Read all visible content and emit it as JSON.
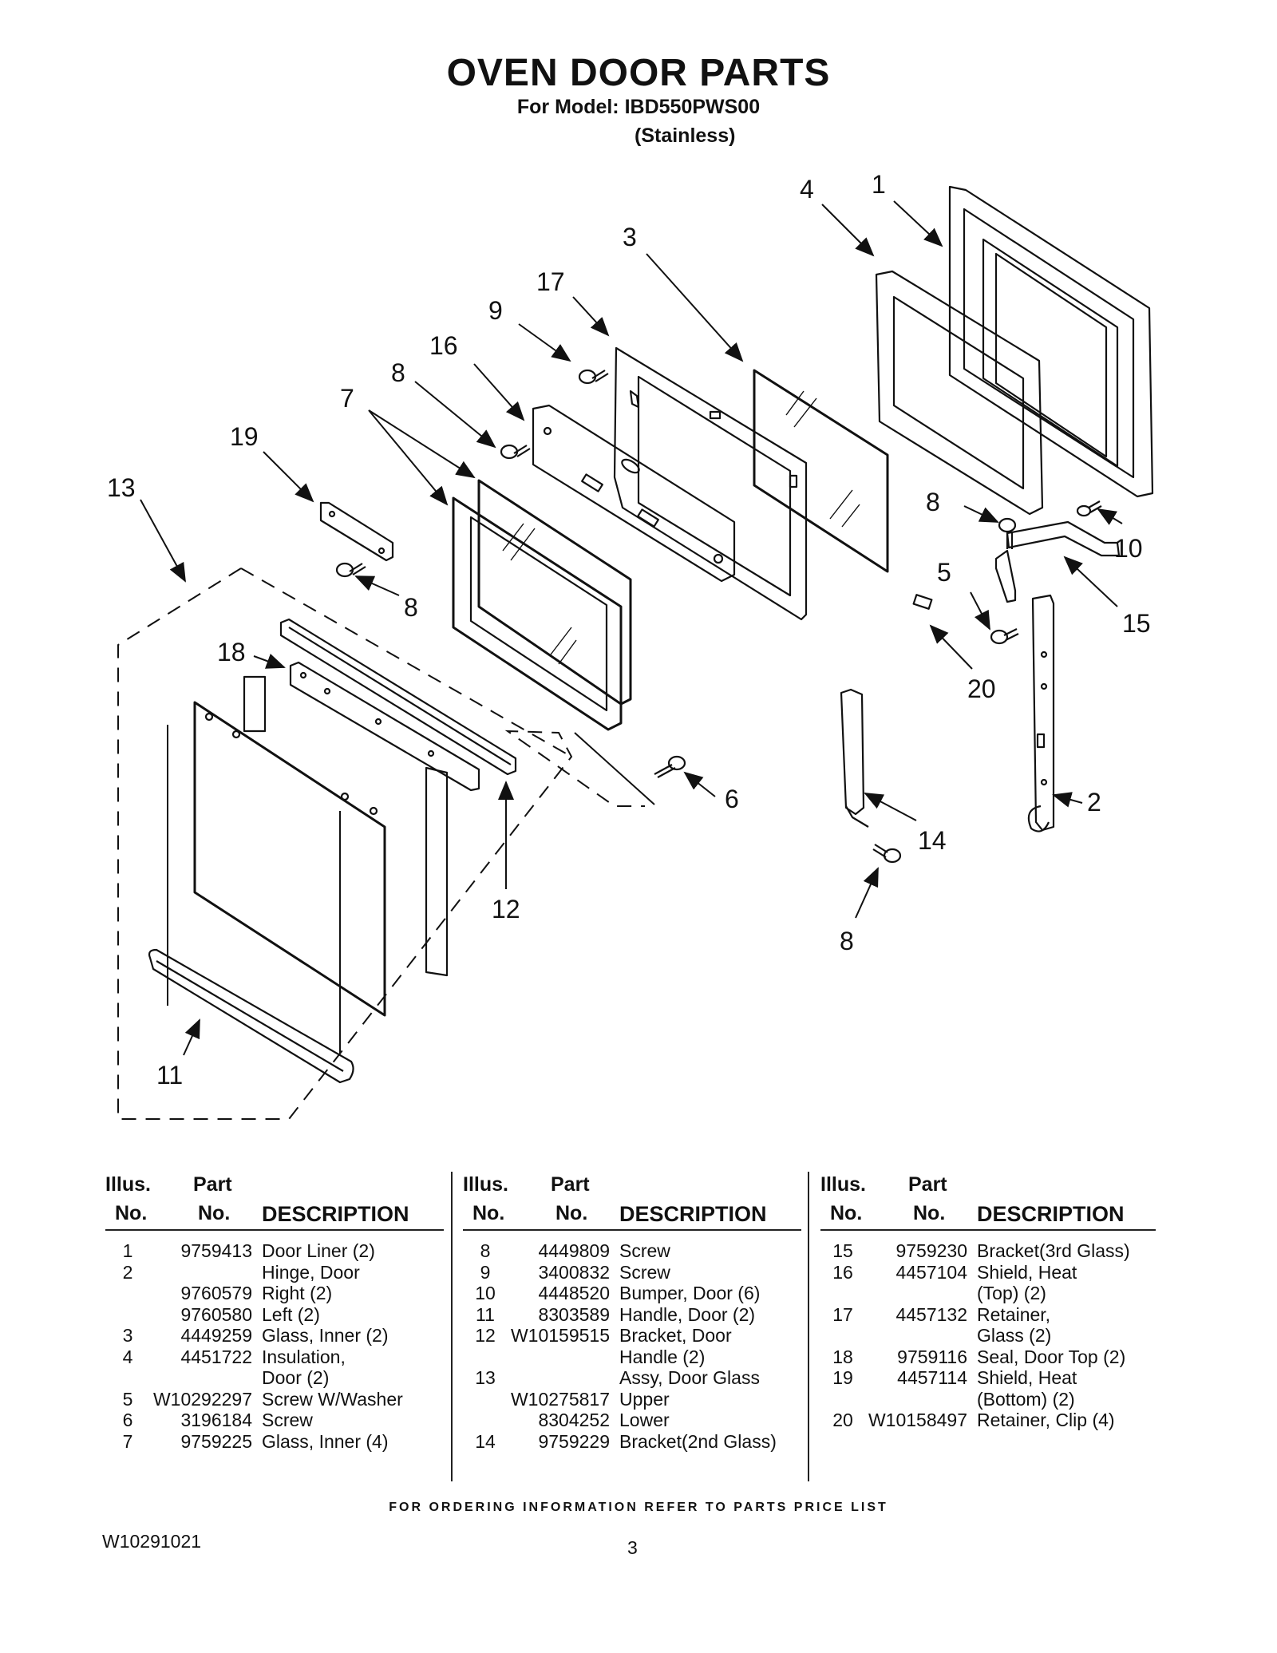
{
  "header": {
    "title": "OVEN DOOR PARTS",
    "model_line": "For Model: IBD550PWS00",
    "finish_line": "(Stainless)"
  },
  "callouts": [
    "1",
    "2",
    "3",
    "4",
    "5",
    "6",
    "7",
    "8",
    "9",
    "10",
    "11",
    "12",
    "13",
    "14",
    "15",
    "16",
    "17",
    "18",
    "19",
    "20"
  ],
  "table_headers": {
    "illus": "Illus.",
    "no": "No.",
    "part": "Part",
    "description": "DESCRIPTION"
  },
  "columns": [
    {
      "rows": [
        {
          "illus": "1",
          "part": "9759413",
          "desc": "Door Liner (2)"
        },
        {
          "illus": "2",
          "part": "",
          "desc": "Hinge, Door"
        },
        {
          "illus": "",
          "part": "9760579",
          "desc": "Right (2)"
        },
        {
          "illus": "",
          "part": "9760580",
          "desc": "Left (2)"
        },
        {
          "illus": "3",
          "part": "4449259",
          "desc": "Glass, Inner (2)"
        },
        {
          "illus": "4",
          "part": "4451722",
          "desc": "Insulation,"
        },
        {
          "illus": "",
          "part": "",
          "desc": "Door (2)"
        },
        {
          "illus": "5",
          "part": "W10292297",
          "desc": "Screw W/Washer"
        },
        {
          "illus": "6",
          "part": "3196184",
          "desc": "Screw"
        },
        {
          "illus": "7",
          "part": "9759225",
          "desc": "Glass, Inner (4)"
        }
      ]
    },
    {
      "rows": [
        {
          "illus": "8",
          "part": "4449809",
          "desc": "Screw"
        },
        {
          "illus": "9",
          "part": "3400832",
          "desc": "Screw"
        },
        {
          "illus": "10",
          "part": "4448520",
          "desc": "Bumper, Door (6)"
        },
        {
          "illus": "11",
          "part": "8303589",
          "desc": "Handle, Door (2)"
        },
        {
          "illus": "12",
          "part": "W10159515",
          "desc": "Bracket, Door"
        },
        {
          "illus": "",
          "part": "",
          "desc": "Handle (2)"
        },
        {
          "illus": "13",
          "part": "",
          "desc": "Assy, Door Glass"
        },
        {
          "illus": "",
          "part": "W10275817",
          "desc": "Upper"
        },
        {
          "illus": "",
          "part": "8304252",
          "desc": "Lower"
        },
        {
          "illus": "14",
          "part": "9759229",
          "desc": "Bracket(2nd Glass)"
        }
      ]
    },
    {
      "rows": [
        {
          "illus": "15",
          "part": "9759230",
          "desc": "Bracket(3rd Glass)"
        },
        {
          "illus": "16",
          "part": "4457104",
          "desc": "Shield, Heat"
        },
        {
          "illus": "",
          "part": "",
          "desc": "(Top) (2)"
        },
        {
          "illus": "17",
          "part": "4457132",
          "desc": "Retainer,"
        },
        {
          "illus": "",
          "part": "",
          "desc": "Glass (2)"
        },
        {
          "illus": "18",
          "part": "9759116",
          "desc": "Seal, Door Top (2)"
        },
        {
          "illus": "19",
          "part": "4457114",
          "desc": "Shield, Heat"
        },
        {
          "illus": "",
          "part": "",
          "desc": "(Bottom) (2)"
        },
        {
          "illus": "20",
          "part": "W10158497",
          "desc": "Retainer, Clip (4)"
        }
      ]
    }
  ],
  "footer": {
    "ordering_note": "FOR ORDERING INFORMATION REFER TO PARTS PRICE LIST",
    "doc_number": "W10291021",
    "page_number": "3"
  }
}
